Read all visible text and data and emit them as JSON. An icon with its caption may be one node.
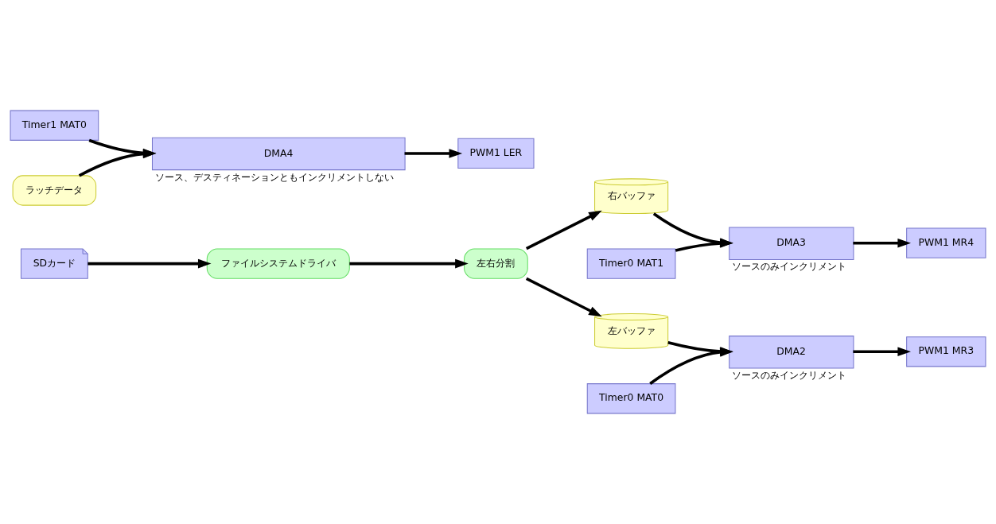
{
  "diagram": {
    "nodes": [
      {
        "text": [
          "SDカード"
        ]
      },
      {
        "text": [
          "ファイルシステムドライバ"
        ]
      },
      {
        "text": [
          "左右分割"
        ]
      },
      {
        "text": [
          "右バッファ"
        ]
      },
      {
        "text": [
          "左バッファ"
        ]
      },
      {
        "text": [
          "Timer0 MAT1"
        ]
      },
      {
        "text": [
          "DMA3"
        ],
        "beside": [
          "ソースのみインクリメント"
        ]
      },
      {
        "text": [
          "PWM1 MR4"
        ]
      },
      {
        "text": [
          "Timer0 MAT0"
        ]
      },
      {
        "text": [
          "DMA2"
        ],
        "beside": [
          "ソースのみインクリメント"
        ]
      },
      {
        "text": [
          "PWM1 MR3"
        ]
      },
      {
        "text": [
          "Timer1 MAT0"
        ]
      },
      {
        "text": [
          "ラッチデータ"
        ]
      },
      {
        "text": [
          "DMA4"
        ],
        "beside": [
          "ソース、デスティネーションともインクリメントしない"
        ]
      },
      {
        "text": [
          "PWM1 LER"
        ]
      }
    ],
    "edges": [
      {
        "from": 0,
        "to": 1,
        "arrow": "to"
      },
      {
        "from": 1,
        "to": 2,
        "arrow": "to"
      },
      {
        "from": 2,
        "to": 3,
        "arrow": "to"
      },
      {
        "from": 2,
        "to": 4,
        "arrow": "to"
      },
      {
        "from": 5,
        "to": 6,
        "arrow": "to"
      },
      {
        "from": 3,
        "to": 6,
        "arrow": "to"
      },
      {
        "from": 6,
        "to": 7,
        "arrow": "to"
      },
      {
        "from": 8,
        "to": 9,
        "arrow": "to"
      },
      {
        "from": 4,
        "to": 9,
        "arrow": "to"
      },
      {
        "from": 9,
        "to": 10,
        "arrow": "to"
      },
      {
        "from": 11,
        "to": 13,
        "arrow": "to"
      },
      {
        "from": 12,
        "to": 13,
        "arrow": "to"
      },
      {
        "from": 13,
        "to": 14,
        "arrow": "to"
      }
    ]
  }
}
